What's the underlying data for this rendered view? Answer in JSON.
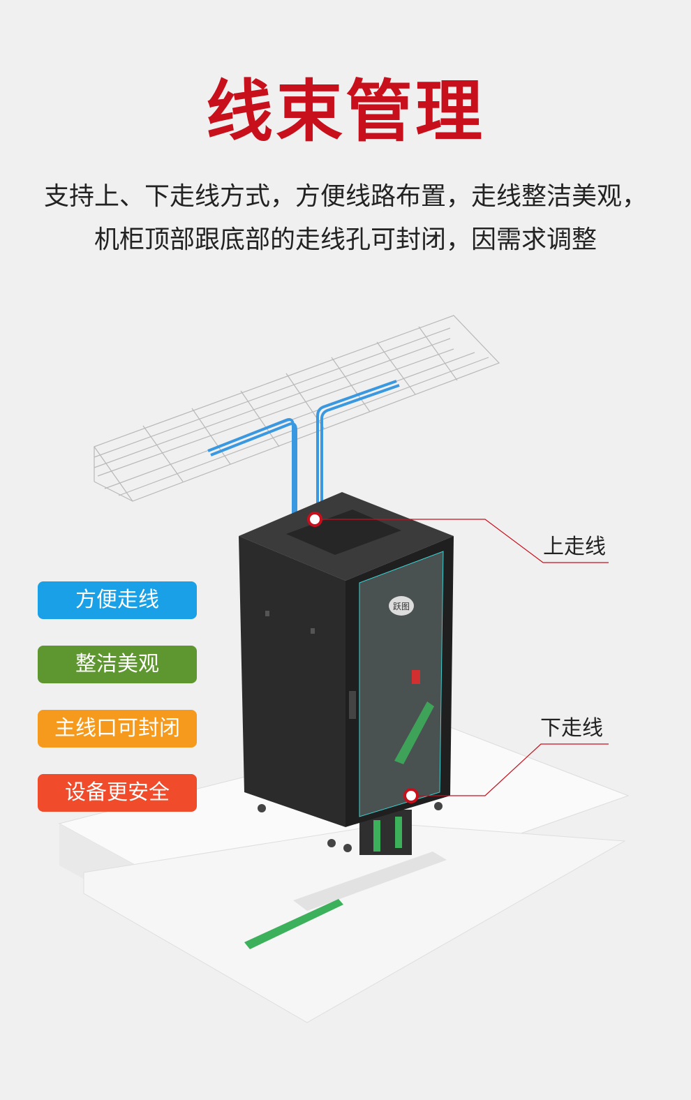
{
  "title": "线束管理",
  "description": {
    "line1": "支持上、下走线方式，方便线路布置，走线整洁美观，",
    "line2": "机柜顶部跟底部的走线孔可封闭，因需求调整"
  },
  "features": [
    {
      "label": "方便走线",
      "color": "#1aa0e6"
    },
    {
      "label": "整洁美观",
      "color": "#5e9630"
    },
    {
      "label": "主线口可封闭",
      "color": "#f59a1c"
    },
    {
      "label": "设备更安全",
      "color": "#f04b2a"
    }
  ],
  "callouts": {
    "top": "上走线",
    "bottom": "下走线"
  },
  "cabinet": {
    "brand": "跃图"
  },
  "colors": {
    "accent_red": "#c8101d",
    "cable_blue": "#3a98e0",
    "cable_green": "#3cb05a"
  }
}
